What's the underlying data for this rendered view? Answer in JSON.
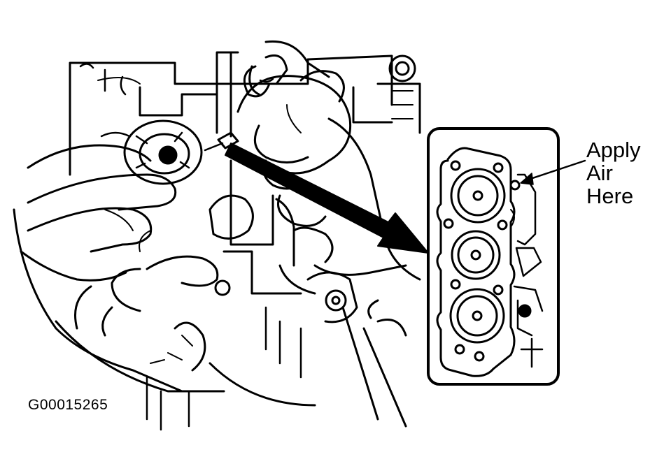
{
  "callout": {
    "line1": "Apply",
    "line2": "Air",
    "line3": "Here"
  },
  "figure_id": "G00015265",
  "colors": {
    "ink": "#000000",
    "background": "#ffffff"
  }
}
